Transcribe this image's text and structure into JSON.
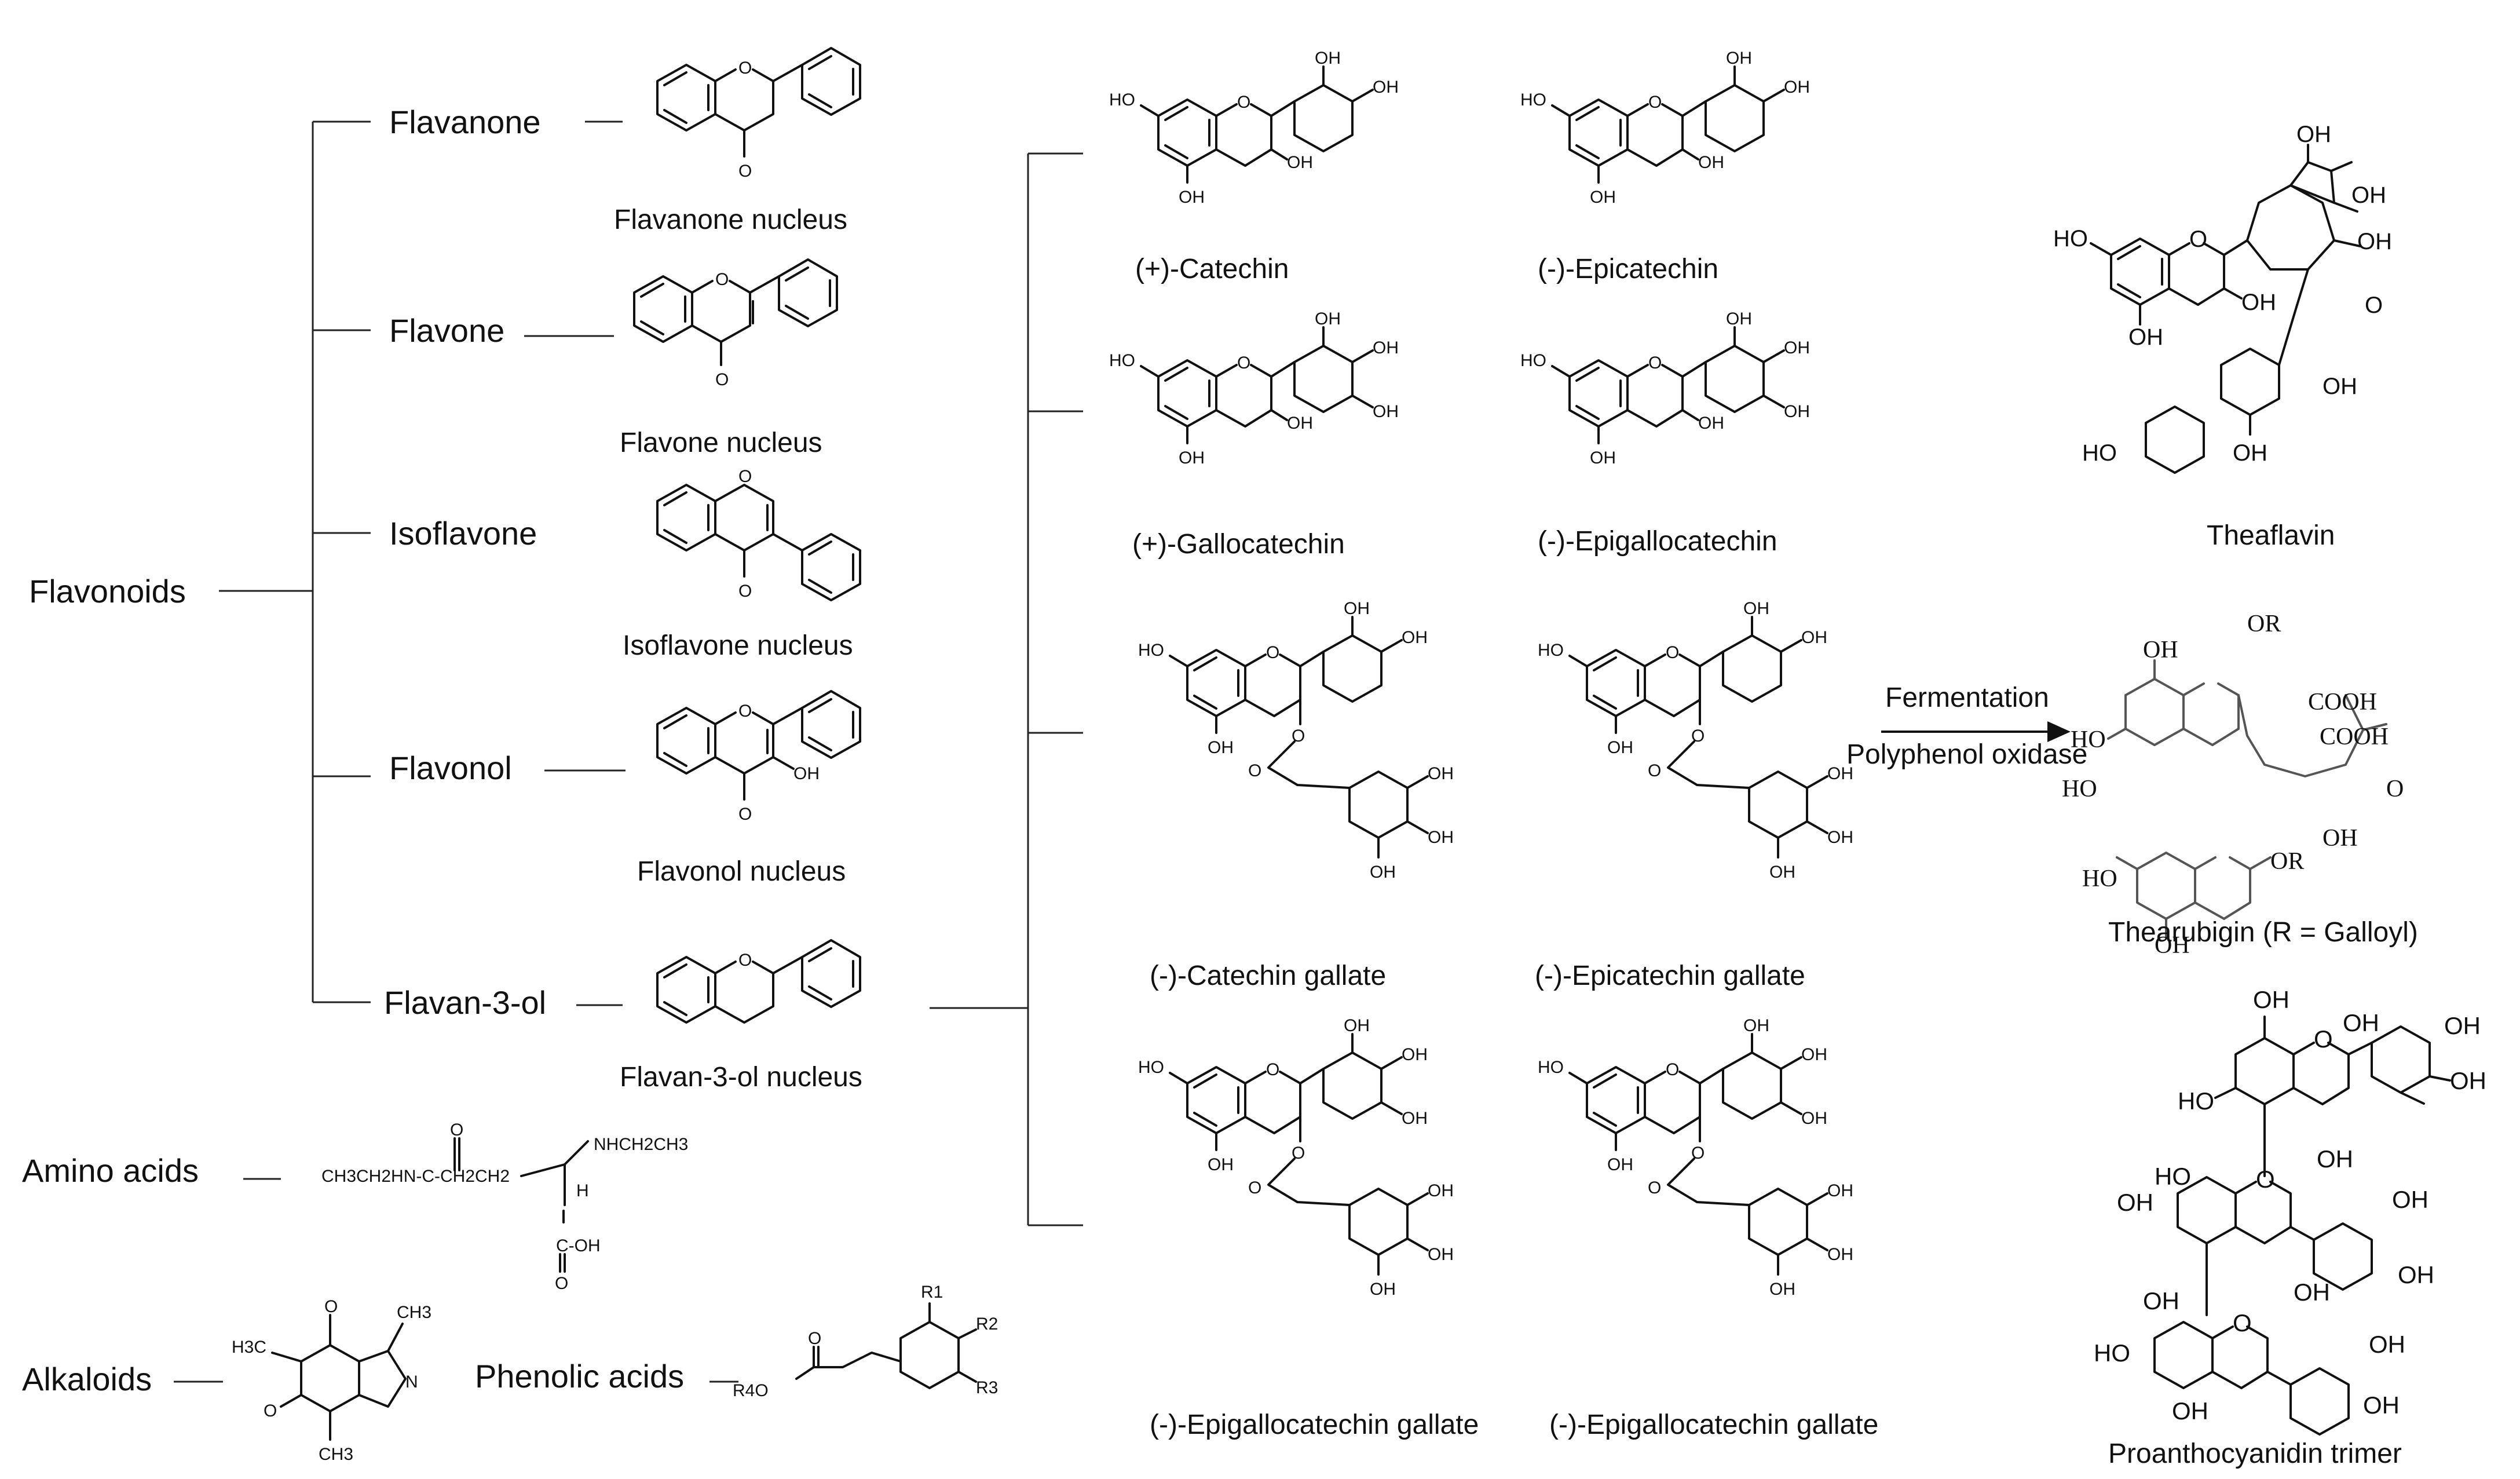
{
  "classes": {
    "flavonoids": "Flavonoids",
    "amino_acids": "Amino acids",
    "alkaloids": "Alkaloids",
    "phenolic_acids": "Phenolic acids"
  },
  "subclasses": [
    {
      "name": "Flavanone",
      "nucleus": "Flavanone nucleus"
    },
    {
      "name": "Flavone",
      "nucleus": "Flavone nucleus"
    },
    {
      "name": "Isoflavone",
      "nucleus": "Isoflavone nucleus"
    },
    {
      "name": "Flavonol",
      "nucleus": "Flavonol nucleus"
    },
    {
      "name": "Flavan-3-ol",
      "nucleus": "Flavan-3-ol nucleus"
    }
  ],
  "catechins": [
    "(+)-Catechin",
    "(-)-Epicatechin",
    "(+)-Gallocatechin",
    "(-)-Epigallocatechin",
    "(-)-Catechin gallate",
    "(-)-Epicatechin gallate",
    "(-)-Epigallocatechin gallate",
    "(-)-Epigallocatechin gallate"
  ],
  "reaction": {
    "line1": "Fermentation",
    "line2": "Polyphenol oxidase"
  },
  "products": [
    "Theaflavin",
    "Thearubigin (R = Galloyl)",
    "Proanthocyanidin trimer"
  ],
  "atom_labels": {
    "oh": "OH",
    "ho": "HO",
    "o": "O",
    "or": "OR",
    "cooh": "COOH",
    "r1": "R1",
    "r2": "R2",
    "r3": "R3",
    "r4o": "R4O",
    "ch3": "CH3",
    "h3c": "H3C",
    "n": "N",
    "h": "H"
  },
  "amino_formula": {
    "chain": "CH3CH2HN-C-CH2CH2",
    "side": "NHCH2CH3",
    "acid": "C-OH"
  }
}
